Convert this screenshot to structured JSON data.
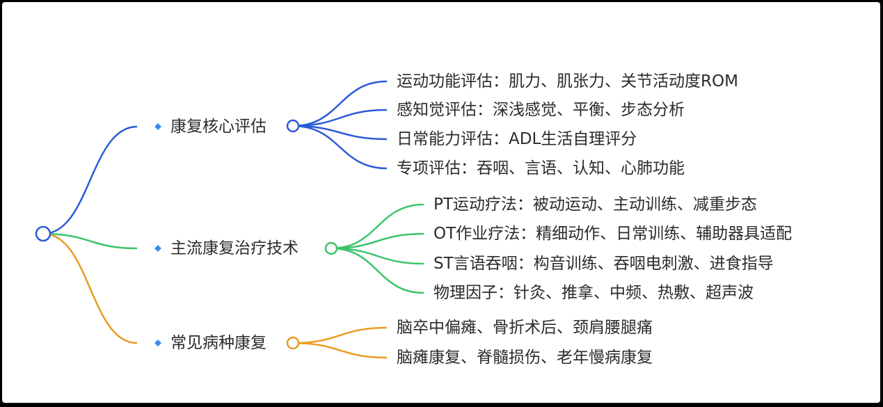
{
  "colors": {
    "blue": "#2a5bd7",
    "green": "#3cc46a",
    "orange": "#e99b22",
    "bullet": "#3a8ee6"
  },
  "branches": [
    {
      "label": "康复核心评估",
      "children": [
        "运动功能评估：肌力、肌张力、关节活动度ROM",
        "感知觉评估：深浅感觉、平衡、步态分析",
        "日常能力评估：ADL生活自理评分",
        "专项评估：吞咽、言语、认知、心肺功能"
      ]
    },
    {
      "label": "主流康复治疗技术",
      "children": [
        "PT运动疗法：被动运动、主动训练、减重步态",
        "OT作业疗法：精细动作、日常训练、辅助器具适配",
        "ST言语吞咽：构音训练、吞咽电刺激、进食指导",
        "物理因子：针灸、推拿、中频、热敷、超声波"
      ]
    },
    {
      "label": "常见病种康复",
      "children": [
        "脑卒中偏瘫、骨折术后、颈肩腰腿痛",
        "脑瘫康复、脊髓损伤、老年慢病康复"
      ]
    }
  ]
}
